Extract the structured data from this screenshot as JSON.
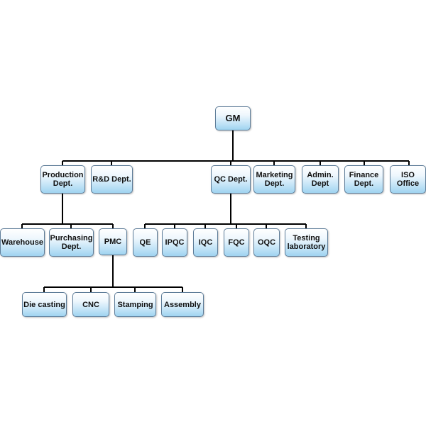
{
  "root": "GM",
  "level1": {
    "production": "Production\nDept.",
    "rd": "R&D Dept.",
    "qc": "QC Dept.",
    "marketing": "Marketing\nDept.",
    "admin": "Admin.\nDept",
    "finance": "Finance\nDept.",
    "iso": "ISO\nOffice"
  },
  "production_children": {
    "warehouse": "Warehouse",
    "purchasing": "Purchasing\nDept.",
    "pmc": "PMC"
  },
  "pmc_children": {
    "die_casting": "Die casting",
    "cnc": "CNC",
    "stamping": "Stamping",
    "assembly": "Assembly"
  },
  "qc_children": {
    "qe": "QE",
    "ipqc": "IPQC",
    "iqc": "IQC",
    "fqc": "FQC",
    "oqc": "OQC",
    "testing": "Testing\nlaboratory"
  }
}
